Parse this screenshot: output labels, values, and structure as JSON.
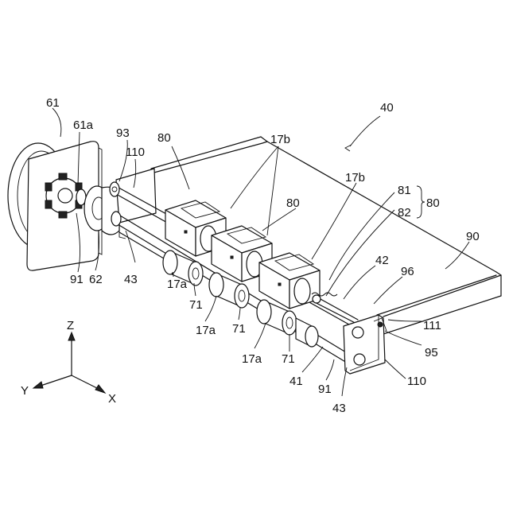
{
  "labels": {
    "l61": "61",
    "l61a": "61a",
    "l93": "93",
    "l110_top": "110",
    "l80_a": "80",
    "l17b_a": "17b",
    "l40": "40",
    "l17b_b": "17b",
    "l81": "81",
    "l80_brace": "80",
    "l82": "82",
    "l80_b": "80",
    "l90": "90",
    "l42": "42",
    "l96": "96",
    "l91_a": "91",
    "l62": "62",
    "l43_a": "43",
    "l17a_a": "17a",
    "l71_a": "71",
    "l17a_b": "17a",
    "l71_b": "71",
    "l17a_c": "17a",
    "l71_c": "71",
    "l111": "111",
    "l95": "95",
    "l41": "41",
    "l91_b": "91",
    "l110_bottom": "110",
    "l43_b": "43"
  },
  "axes": {
    "z": "Z",
    "y": "Y",
    "x": "X"
  }
}
